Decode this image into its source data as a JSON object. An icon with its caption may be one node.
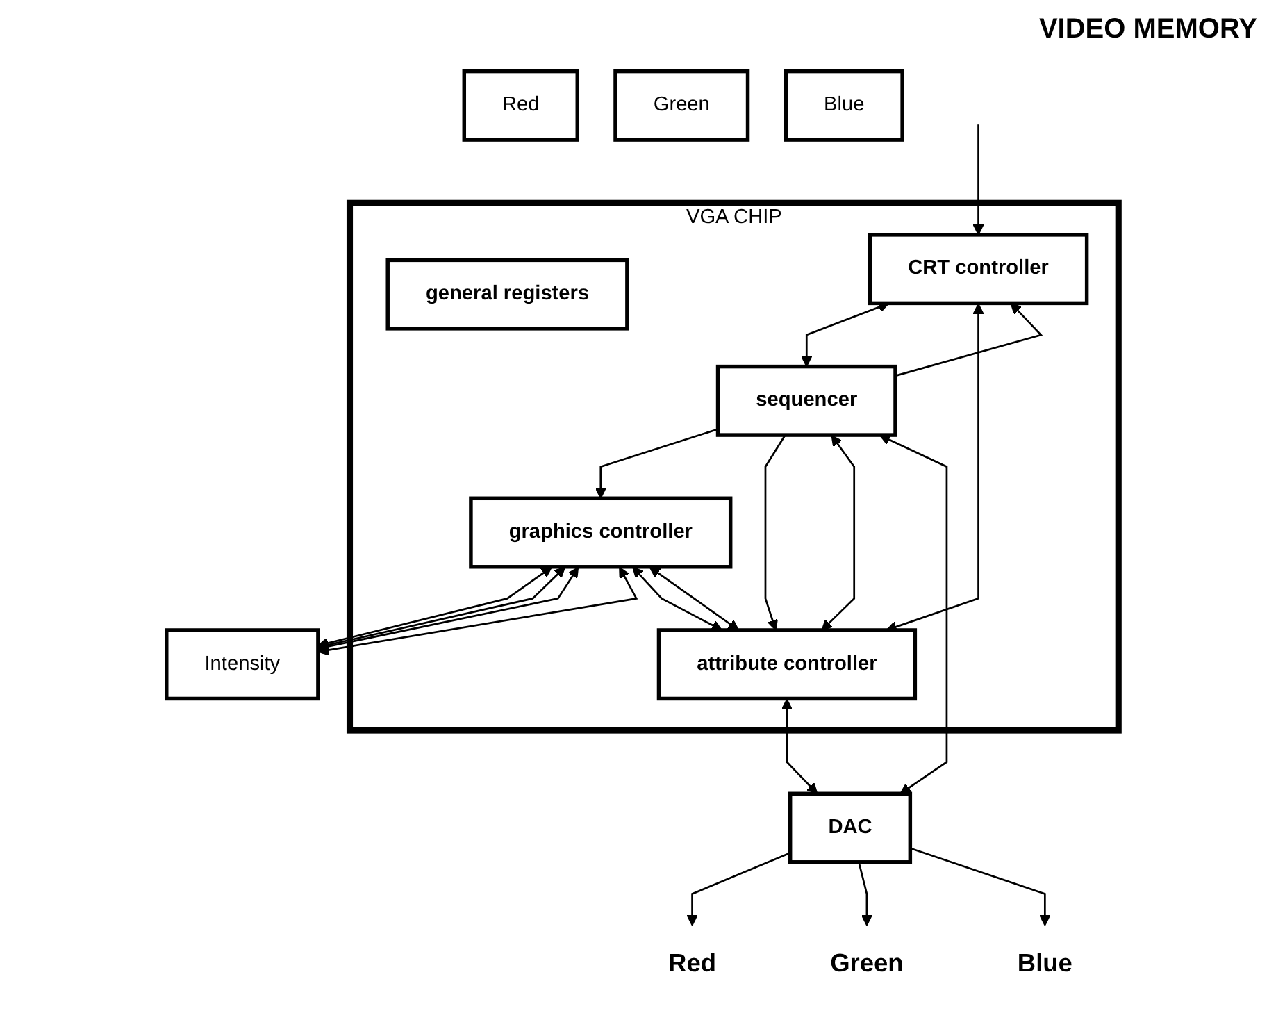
{
  "diagram": {
    "nodes": [
      {
        "text": [
          "VGA CHIP"
        ]
      },
      {
        "text": [
          "CRT controller"
        ],
        "in": 0
      },
      {
        "text": [
          "general registers"
        ],
        "in": 0
      },
      {
        "text": [
          "graphics controller"
        ],
        "in": 0
      },
      {
        "text": [
          "attribute controller"
        ],
        "in": 0
      },
      {
        "text": [
          "sequencer"
        ],
        "in": 0
      },
      {
        "text": [
          "Intensity"
        ]
      },
      {
        "text": [
          "Red"
        ]
      },
      {
        "text": [
          "Green"
        ]
      },
      {
        "text": [
          "Blue"
        ]
      },
      {
        "text": [
          "DAC"
        ]
      },
      {
        "text": [
          "Red"
        ]
      },
      {
        "text": [
          "Green"
        ]
      },
      {
        "text": [
          "Blue"
        ]
      }
    ],
    "edges": [
      {
        "from": null,
        "to": 1,
        "arrow": "to"
      },
      {
        "from": 5,
        "to": 1,
        "arrow": "to"
      },
      {
        "from": 5,
        "to": 3,
        "arrow": "to"
      },
      {
        "from": 5,
        "to": 4,
        "arrow": "to"
      },
      {
        "from": 1,
        "to": 5,
        "arrow": "both"
      },
      {
        "from": 1,
        "to": 4,
        "arrow": "both"
      },
      {
        "from": 3,
        "to": 6,
        "arrow": "both"
      },
      {
        "from": 3,
        "to": 6,
        "arrow": "both"
      },
      {
        "from": 3,
        "to": 6,
        "arrow": "both"
      },
      {
        "from": 3,
        "to": 6,
        "arrow": "both"
      },
      {
        "from": 3,
        "to": 4,
        "arrow": "both"
      },
      {
        "from": 3,
        "to": 4,
        "arrow": "both"
      },
      {
        "from": 5,
        "to": 4,
        "arrow": "both"
      },
      {
        "from": 4,
        "to": 10,
        "arrow": "both"
      },
      {
        "from": 5,
        "to": 10,
        "arrow": "both"
      },
      {
        "from": 10,
        "to": 11,
        "arrow": "to"
      },
      {
        "from": 10,
        "to": 12,
        "arrow": "to"
      },
      {
        "from": 10,
        "to": 13,
        "arrow": "to"
      }
    ],
    "labels": [
      "VIDEO MEMORY"
    ]
  }
}
